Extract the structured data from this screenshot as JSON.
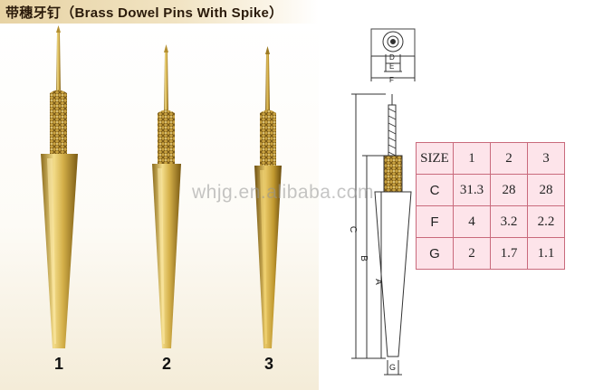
{
  "header": {
    "title": "带穗牙钉（Brass Dowel Pins With Spike）"
  },
  "pins": {
    "labels": [
      "1",
      "2",
      "3"
    ]
  },
  "watermark": "whjg.en.alibaba.com",
  "drawing": {
    "dimension_labels": [
      "D",
      "E",
      "F",
      "C",
      "B",
      "A",
      "G"
    ]
  },
  "size_table": {
    "header": [
      "SIZE",
      "1",
      "2",
      "3"
    ],
    "rows": [
      {
        "label": "C",
        "values": [
          "31.3",
          "28",
          "28"
        ]
      },
      {
        "label": "F",
        "values": [
          "4",
          "3.2",
          "2.2"
        ]
      },
      {
        "label": "G",
        "values": [
          "2",
          "1.7",
          "1.1"
        ]
      }
    ]
  },
  "colors": {
    "table_bg": "#fde4ea",
    "table_border": "#c96a7c",
    "brass": "#c9a63c",
    "title_bg": "#e7d3a4"
  }
}
